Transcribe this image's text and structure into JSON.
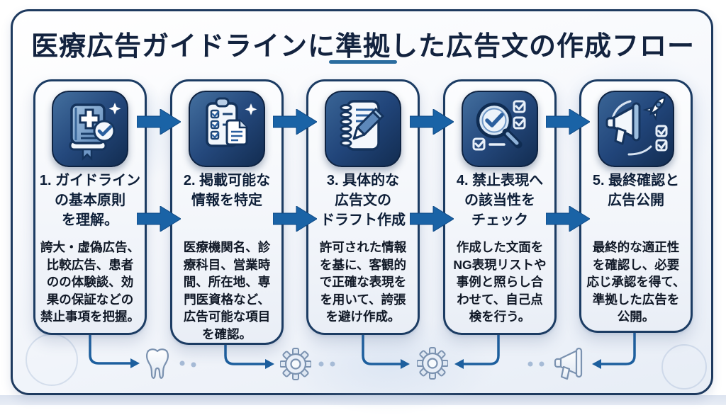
{
  "page_title": "医療広告ガイドラインに準拠した広告文の作成フロー",
  "steps": [
    {
      "icon": "medical-guideline-book-icon",
      "title": [
        "1. ガイドライン",
        "の基本原則",
        "を理解。"
      ],
      "body": [
        "誇大・虚偽広告、",
        "比較広告、患者",
        "のの体験談、効",
        "果の保証などの",
        "禁止事項を把握。"
      ]
    },
    {
      "icon": "permitted-info-checklist-icon",
      "title": [
        "2. 掲載可能な",
        "情報を特定"
      ],
      "body": [
        "医療機関名、診",
        "療科目、営業時",
        "間、所在地、専",
        "門医資格など、",
        "広告可能な項目",
        "を確認。"
      ]
    },
    {
      "icon": "draft-notebook-pen-icon",
      "title": [
        "3. 具体的な",
        "広告文の",
        "ドラフト作成"
      ],
      "body": [
        "許可された情報",
        "を基に、客観的",
        "で正確な表現を",
        "を用いて、誇張",
        "を避け作成。"
      ]
    },
    {
      "icon": "prohibited-expression-magnifier-icon",
      "title": [
        "4. 禁止表現へ",
        "の該当性を",
        "チェック"
      ],
      "body": [
        "作成した文面を",
        "NG表現リストや",
        "事例と照らし合",
        "わせて、自己点",
        "検を行う。"
      ]
    },
    {
      "icon": "publish-megaphone-icon",
      "title": [
        "5. 最終確認と",
        "広告公開"
      ],
      "body": [
        "最終的な適正性",
        "を確認し、必要",
        "応じ承認を得て、",
        "準拠した広告を",
        "公開。"
      ]
    }
  ],
  "footer_decorations": [
    "tooth-icon",
    "gear-icon",
    "gear-icon",
    "megaphone-icon"
  ],
  "colors": {
    "accent_blue": "#1a63a6",
    "navy_border": "#1c3c63",
    "title_text": "#13233f",
    "underline_blue": "#2b6d9f",
    "tile_gradient_top": "#3f6899",
    "tile_gradient_bottom": "#122c50"
  }
}
